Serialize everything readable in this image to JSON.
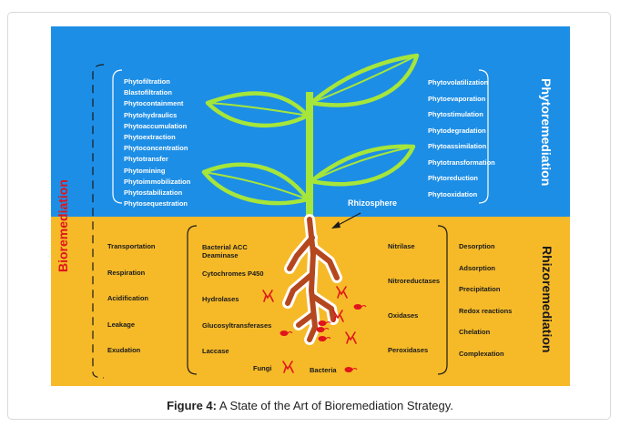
{
  "phyto_left": [
    "Phytofiltration",
    "Blastofiltration",
    "Phytocontainment",
    "Phytohydraulics",
    "Phytoaccumulation",
    "Phytoextraction",
    "Phytoconcentration",
    "Phytotransfer",
    "Phytomining",
    "Phytoimmobilization",
    "Phytostabilization",
    "Phytosequestration"
  ],
  "phyto_right": [
    "Phytovolatilization",
    "Phytoevaporation",
    "Phytostimulation",
    "Phytodegradation",
    "Phytoassimilation",
    "Phytotransformation",
    "Phytoreduction",
    "Phytooxidation"
  ],
  "rhizo_left": [
    "Transportation",
    "Respiration",
    "Acidification",
    "Leakage",
    "Exudation"
  ],
  "enzymes_left": [
    "Bacterial ACC Deaminase",
    "Cytochromes P450",
    "Hydrolases",
    "Glucosyltransferases",
    "Laccase"
  ],
  "enzymes_right": [
    "Nitrilase",
    "Nitroreductases",
    "Oxidases",
    "Peroxidases"
  ],
  "rhizo_right": [
    "Desorption",
    "Adsorption",
    "Precipitation",
    "Redox reactions",
    "Chelation",
    "Complexation"
  ],
  "labels": {
    "bioremediation": "Bioremediation",
    "phytoremediation": "Phytoremediation",
    "rhizoremediation": "Rhizoremediation",
    "rhizosphere": "Rhizosphere",
    "fungi": "Fungi",
    "bacteria": "Bacteria"
  },
  "caption": {
    "label": "Figure 4:",
    "text": "A State of the Art of Bioremediation Strategy."
  },
  "colors": {
    "sky": "#1d8ee6",
    "soil": "#f6ba29",
    "leaf": "#a6e63a",
    "root": "#b5471e",
    "bioremediation_text": "#e0151b",
    "microbe": "#e0151b"
  }
}
